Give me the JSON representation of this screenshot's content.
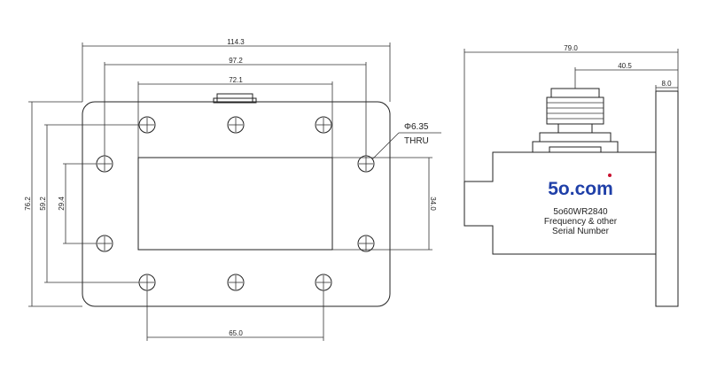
{
  "front_view": {
    "dim_overall_width": "114.3",
    "dim_hole_span_wide": "97.2",
    "dim_flange_inner": "72.1",
    "dim_overall_height": "76.2",
    "dim_hole_span_tall": "59.2",
    "dim_hole_span_inner": "29.4",
    "dim_bottom_span": "65.0",
    "dim_window_height": "34.0",
    "hole_callout": "Φ6.35",
    "hole_callout_note": "THRU"
  },
  "side_view": {
    "dim_total_length": "79.0",
    "dim_connector_offset": "40.5",
    "dim_flange_thickness": "8.0",
    "brand": "5o.com",
    "model": "5o60WR2840",
    "label_line2": "Frequency & other",
    "label_line3": "Serial Number",
    "brand_color": "#1f3fa8",
    "brand_dot_color": "#c8102e"
  }
}
